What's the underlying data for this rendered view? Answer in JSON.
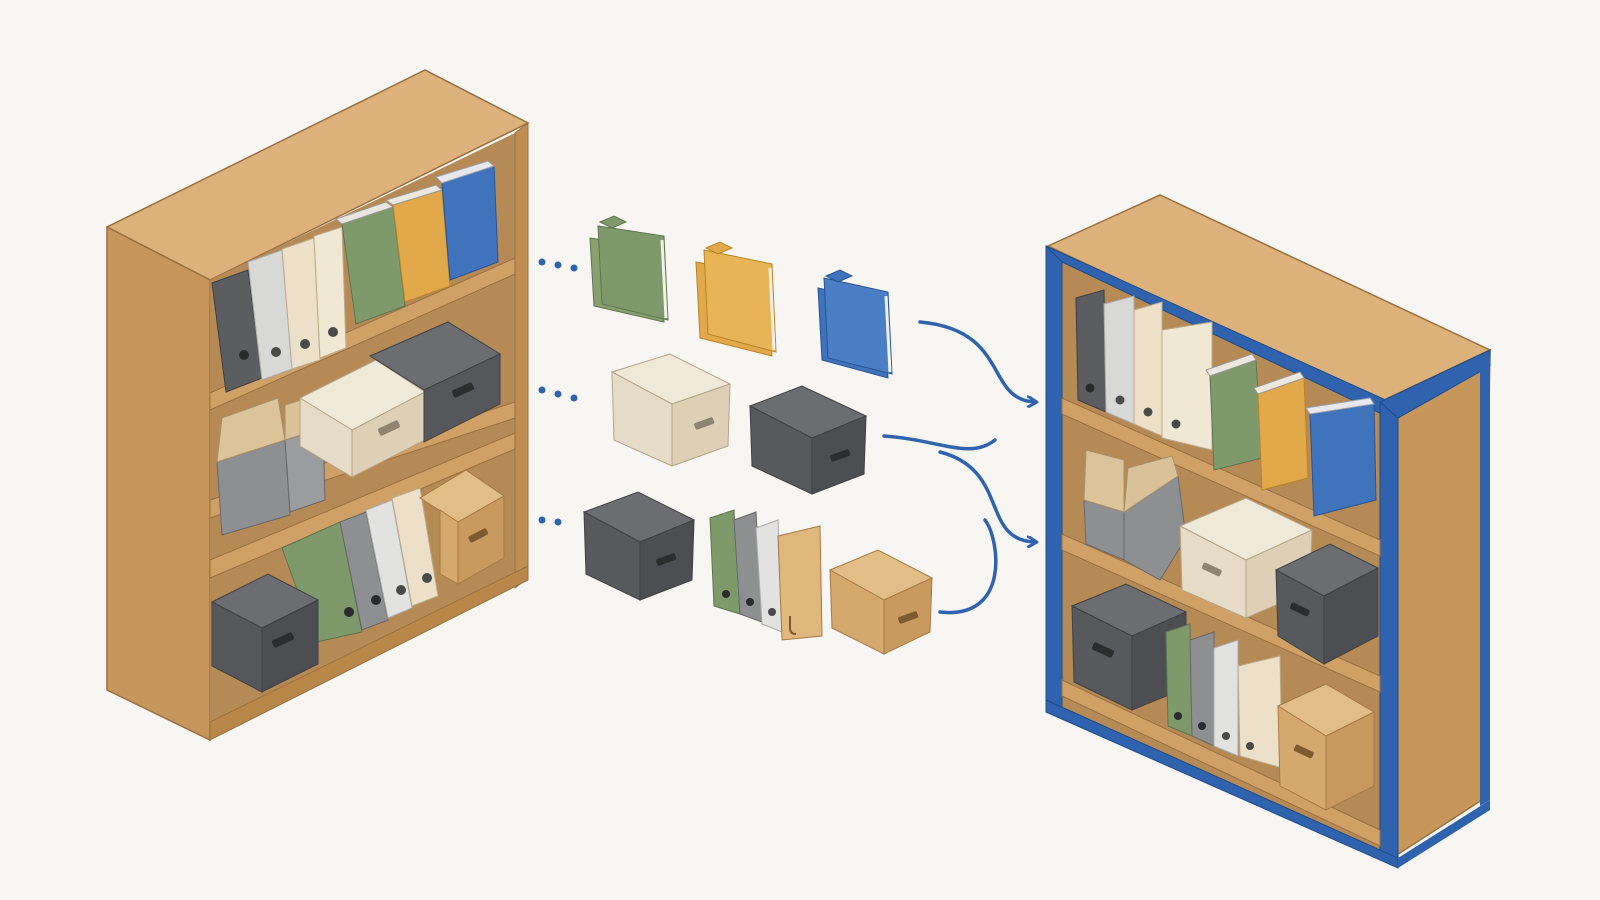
{
  "scene": "bookshelf-reorganization",
  "colors": {
    "background": "#f8f6f2",
    "wood": "#c99a5f",
    "wood_dark": "#a77a45",
    "wood_light": "#dcb27a",
    "accent_blue": "#2f63ad",
    "binder_dark": "#5b5d60",
    "binder_light": "#d8d8d6",
    "binder_cream": "#ece1c8",
    "green": "#7f9a6a",
    "yellow": "#e2a94a",
    "blue": "#3f74bd",
    "box_beige": "#e6dbc6",
    "box_grey": "#5f6063",
    "box_kraft": "#d5a96d"
  },
  "source_shelf": {
    "top": [
      "binder-dark",
      "binder-light",
      "binder-cream",
      "binder-cream",
      "binder-green",
      "binder-yellow",
      "binder-blue"
    ],
    "middle": [
      "magazine-holder-grey",
      "magazine-holder-grey",
      "storage-box-beige",
      "storage-box-grey"
    ],
    "bottom": [
      "binder-green",
      "binder-grey",
      "binder-light",
      "binder-cream",
      "storage-box-kraft"
    ],
    "floor": [
      "storage-box-grey",
      "binder-green",
      "binder-grey"
    ]
  },
  "sorted_rows": [
    [
      "folder-green",
      "folder-yellow",
      "folder-blue"
    ],
    [
      "storage-box-beige",
      "storage-box-grey"
    ],
    [
      "storage-box-grey",
      "binder-green",
      "binder-grey",
      "binder-light",
      "binder-kraft",
      "storage-box-kraft"
    ]
  ],
  "target_shelf": {
    "frame_color": "#2f63ad",
    "top": [
      "binder-dark",
      "binder-light",
      "binder-cream",
      "binder-cream",
      "binder-green",
      "binder-yellow",
      "binder-blue"
    ],
    "middle": [
      "magazine-holder-grey",
      "magazine-holder-grey",
      "storage-box-beige",
      "storage-box-grey"
    ],
    "bottom": [
      "storage-box-grey",
      "binder-green",
      "binder-grey",
      "binder-light",
      "binder-cream",
      "storage-box-kraft"
    ]
  },
  "icons": [
    "dotted-connector-icon",
    "curved-arrow-icon"
  ]
}
